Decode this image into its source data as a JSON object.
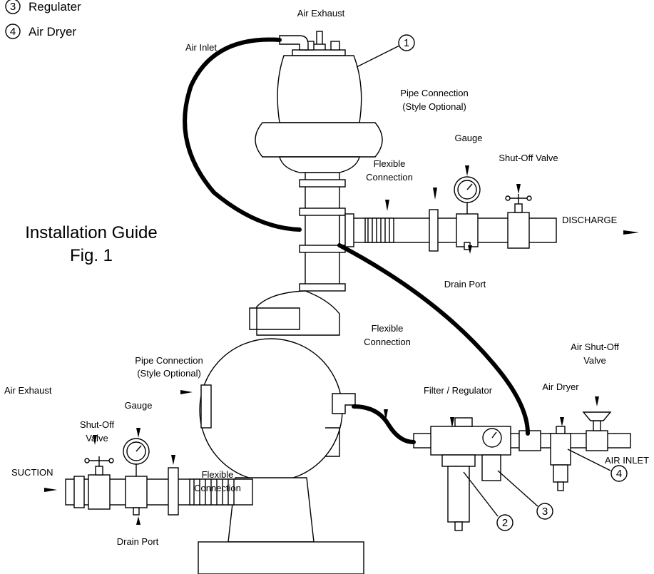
{
  "legend": {
    "item3": {
      "num": "3",
      "label": "Regulater"
    },
    "item4": {
      "num": "4",
      "label": "Air Dryer"
    }
  },
  "title": {
    "line1": "Installation Guide",
    "line2": "Fig.  1"
  },
  "labels": {
    "air_exhaust_top": "Air Exhaust",
    "air_inlet_top": "Air Inlet",
    "pipe_connection_top_1": "Pipe Connection",
    "pipe_connection_top_2": "(Style Optional)",
    "gauge_top": "Gauge",
    "shutoff_valve_top": "Shut-Off Valve",
    "flexible_connection_top_1": "Flexible",
    "flexible_connection_top_2": "Connection",
    "discharge": "DISCHARGE",
    "drain_port_top": "Drain Port",
    "flexible_connection_mid_1": "Flexible",
    "flexible_connection_mid_2": "Connection",
    "air_shutoff_valve_1": "Air Shut-Off",
    "air_shutoff_valve_2": "Valve",
    "pipe_connection_low_1": "Pipe Connection",
    "pipe_connection_low_2": "(Style Optional)",
    "filter_regulator": "Filter / Regulator",
    "air_dryer": "Air Dryer",
    "air_exhaust_left": "Air Exhaust",
    "gauge_left": "Gauge",
    "shutoff_valve_left_1": "Shut-Off",
    "shutoff_valve_left_2": "Valve",
    "air_inlet_right": "AIR INLET",
    "suction": "SUCTION",
    "flexible_connection_low_1": "Flexible",
    "flexible_connection_low_2": "Connection",
    "drain_port_bottom": "Drain Port"
  },
  "callouts": {
    "c1": "1",
    "c2": "2",
    "c3": "3",
    "c4": "4"
  }
}
